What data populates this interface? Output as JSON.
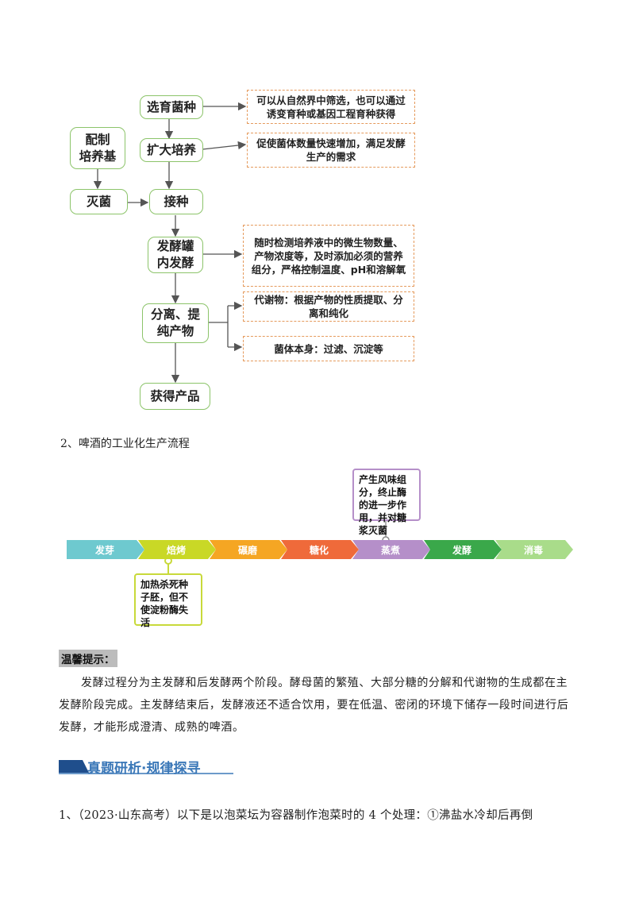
{
  "flowchart": {
    "steps": {
      "select": "选育菌种",
      "expand": "扩大培养",
      "medium": "配制\n培养基",
      "sterilize": "灭菌",
      "inoculate": "接种",
      "ferment": "发酵罐\n内发酵",
      "separate": "分离、提\n纯产物",
      "obtain": "获得产品"
    },
    "notes": {
      "select_note": "可以从自然界中筛选，也可以通过诱变育种或基因工程育种获得",
      "expand_note": "促使菌体数量快速增加，满足发酵生产的需求",
      "ferment_note": "随时检测培养液中的微生物数量、产物浓度等，及时添加必须的营养组分，严格控制温度、pH和溶解氧",
      "metabolite_note": "代谢物：根据产物的性质提取、分离和纯化",
      "cell_note": "菌体本身：过滤、沉淀等"
    }
  },
  "section2_title": "2、啤酒的工业化生产流程",
  "beer_process": {
    "steps": [
      "发芽",
      "焙烤",
      "碾磨",
      "糖化",
      "蒸煮",
      "发酵",
      "消毒"
    ],
    "colors": [
      "#6ec9cf",
      "#c9d826",
      "#f5a623",
      "#ef6a3a",
      "#b58fc9",
      "#3aa84a",
      "#a9dc8a"
    ],
    "boil_note": "产生风味组分，终止酶的进一步作用，并对糖浆灭菌",
    "bake_note": "加热杀死种子胚，但不使淀粉酶失活"
  },
  "tip": {
    "title": "温馨提示：",
    "text": "发酵过程分为主发酵和后发酵两个阶段。酵母菌的繁殖、大部分糖的分解和代谢物的生成都在主发酵阶段完成。主发酵结束后，发酵液还不适合饮用，要在低温、密闭的环境下储存一段时间进行后发酵，才能形成澄清、成熟的啤酒。"
  },
  "banner": "真题研析·规律探寻",
  "question1": "1、（2023·山东高考）以下是以泡菜坛为容器制作泡菜时的 4 个处理：①沸盐水冷却后再倒"
}
